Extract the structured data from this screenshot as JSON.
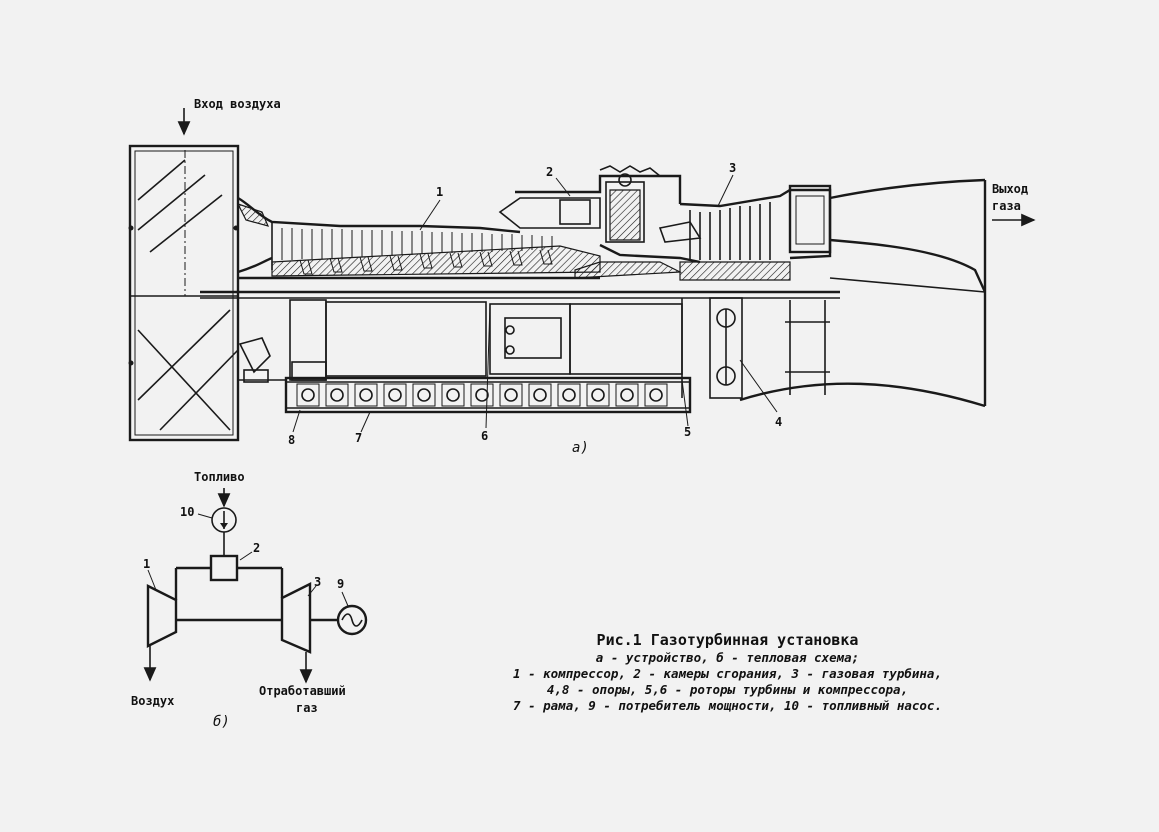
{
  "drawing_a": {
    "air_inlet_label": "Вход воздуха",
    "gas_outlet_label_1": "Выход",
    "gas_outlet_label_2": "газа",
    "callouts": {
      "n1": "1",
      "n2": "2",
      "n3": "3",
      "n4": "4",
      "n5": "5",
      "n6": "6",
      "n7": "7",
      "n8": "8"
    },
    "sublabel": "а)"
  },
  "drawing_b": {
    "fuel_label": "Топливо",
    "air_label": "Воздух",
    "exhaust_label_1": "Отработавший",
    "exhaust_label_2": "газ",
    "callouts": {
      "n1": "1",
      "n2": "2",
      "n3": "3",
      "n9": "9",
      "n10": "10"
    },
    "sublabel": "б)"
  },
  "caption": {
    "title": "Рис.1 Газотурбинная установка",
    "lines": [
      "а - устройство, б - тепловая схема;",
      "1 - компрессор, 2 - камеры сгорания, 3 - газовая турбина,",
      "4,8 - опоры, 5,6 - роторы турбины и компрессора,",
      "7 - рама, 9 - потребитель мощности, 10 - топливный насос."
    ]
  }
}
